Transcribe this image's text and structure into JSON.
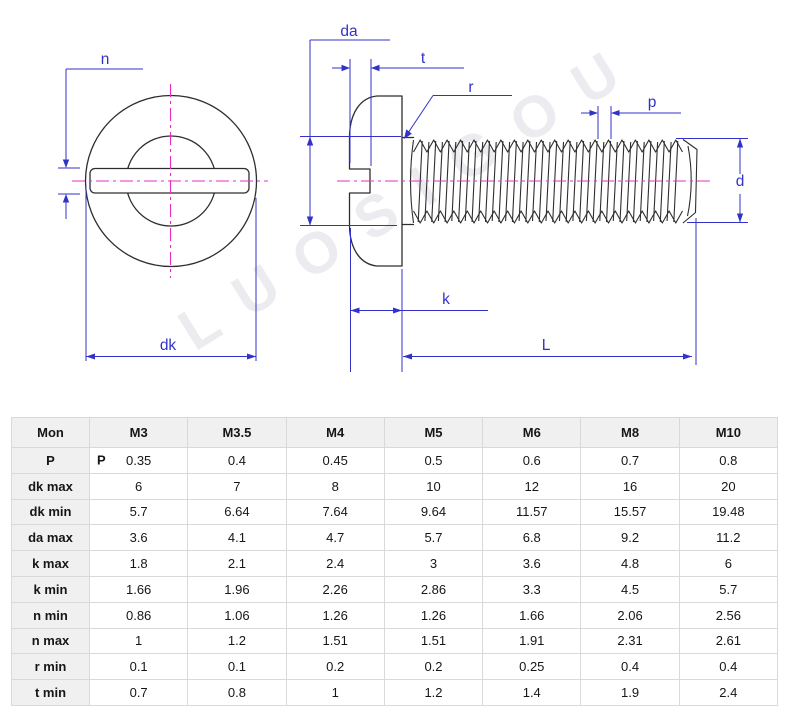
{
  "drawing": {
    "watermark": "LUOSIGOU",
    "labels": {
      "n": "n",
      "dk": "dk",
      "da": "da",
      "t": "t",
      "r": "r",
      "p": "p",
      "d": "d",
      "k": "k",
      "L": "L"
    },
    "colors": {
      "dimension_blue": "#3232c8",
      "centerline_magenta": "#e62fc0",
      "outline_ink": "#2e2e2e",
      "watermark_gray": "#ececf0"
    }
  },
  "table": {
    "header_bg": "#f0f0f0",
    "border_color": "#d9d9d9",
    "columns": [
      "Mon",
      "M3",
      "M3.5",
      "M4",
      "M5",
      "M6",
      "M8",
      "M10"
    ],
    "rows": [
      {
        "label": "P",
        "prefix": "P",
        "values": [
          "0.35",
          "0.4",
          "0.45",
          "0.5",
          "0.6",
          "0.7",
          "0.8"
        ]
      },
      {
        "label": "dk max",
        "values": [
          "6",
          "7",
          "8",
          "10",
          "12",
          "16",
          "20"
        ]
      },
      {
        "label": "dk min",
        "values": [
          "5.7",
          "6.64",
          "7.64",
          "9.64",
          "11.57",
          "15.57",
          "19.48"
        ]
      },
      {
        "label": "da max",
        "values": [
          "3.6",
          "4.1",
          "4.7",
          "5.7",
          "6.8",
          "9.2",
          "11.2"
        ]
      },
      {
        "label": "k max",
        "values": [
          "1.8",
          "2.1",
          "2.4",
          "3",
          "3.6",
          "4.8",
          "6"
        ]
      },
      {
        "label": "k min",
        "values": [
          "1.66",
          "1.96",
          "2.26",
          "2.86",
          "3.3",
          "4.5",
          "5.7"
        ]
      },
      {
        "label": "n min",
        "values": [
          "0.86",
          "1.06",
          "1.26",
          "1.26",
          "1.66",
          "2.06",
          "2.56"
        ]
      },
      {
        "label": "n max",
        "values": [
          "1",
          "1.2",
          "1.51",
          "1.51",
          "1.91",
          "2.31",
          "2.61"
        ]
      },
      {
        "label": "r min",
        "values": [
          "0.1",
          "0.1",
          "0.2",
          "0.2",
          "0.25",
          "0.4",
          "0.4"
        ]
      },
      {
        "label": "t min",
        "values": [
          "0.7",
          "0.8",
          "1",
          "1.2",
          "1.4",
          "1.9",
          "2.4"
        ]
      }
    ]
  }
}
